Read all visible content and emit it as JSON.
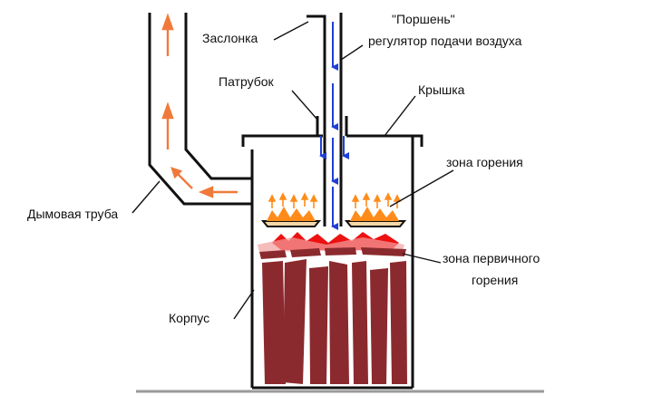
{
  "labels": {
    "damper": "Заслонка",
    "piston_title": "\"Поршень\"",
    "piston_sub": "регулятор подачи воздуха",
    "pipe_branch": "Патрубок",
    "lid": "Крышка",
    "combustion_zone": "зона горения",
    "primary_zone_line1": "зона первичного",
    "primary_zone_line2": "горения",
    "chimney": "Дымовая труба",
    "body": "Корпус"
  },
  "colors": {
    "outline": "#111111",
    "air_arrow": "#1f3fd6",
    "smoke_arrow": "#f07a3a",
    "flame": "#ff8c1a",
    "primary_flame": "#ee1111",
    "wood": "#8b2a2e",
    "tray": "#f5d8a8",
    "floor": "#9a9a9a"
  },
  "icons": {
    "air_flow": "down-arrow-icon",
    "smoke_flow": "up-arrow-icon",
    "flame": "flame-icon",
    "log": "firewood-icon"
  }
}
